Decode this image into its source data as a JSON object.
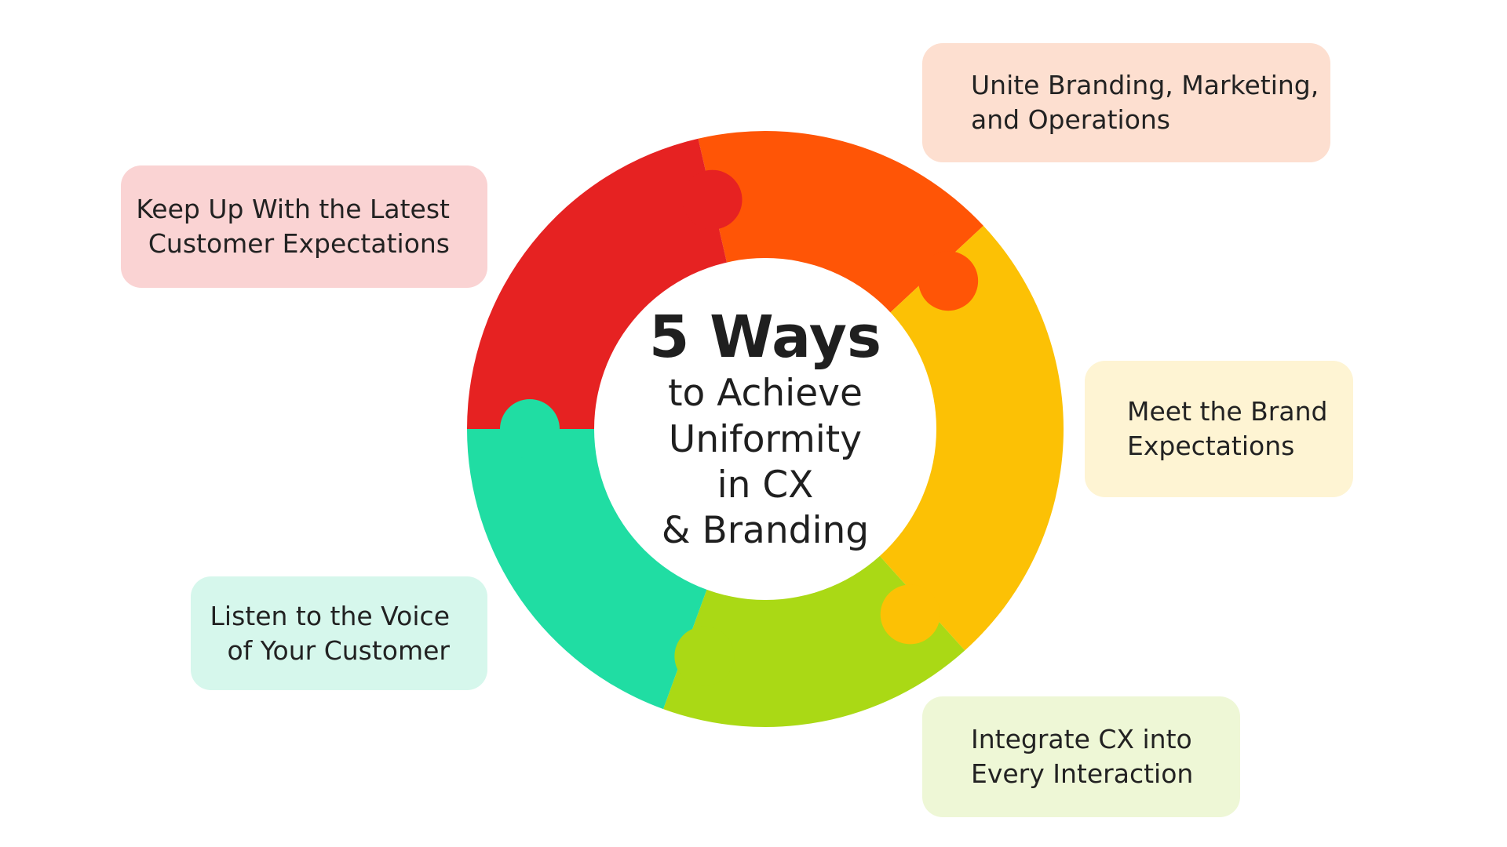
{
  "center": {
    "title": "5 Ways",
    "subtitle": "to Achieve\nUniformity\nin CX\n& Branding"
  },
  "items": [
    {
      "label": "Unite Branding, Marketing,\nand Operations",
      "segment_color": "#FF5506",
      "card_color": "#FDDFD0"
    },
    {
      "label": "Meet the Brand\nExpectations",
      "segment_color": "#FCC105",
      "card_color": "#FEF4D3"
    },
    {
      "label": "Integrate CX into\nEvery Interaction",
      "segment_color": "#AAD915",
      "card_color": "#EEF7D6"
    },
    {
      "label": "Listen to the Voice\nof Your Customer",
      "segment_color": "#20DDA3",
      "card_color": "#D6F7EC"
    },
    {
      "label": "Keep Up With the Latest\nCustomer Expectations",
      "segment_color": "#E62222",
      "card_color": "#FAD3D3"
    }
  ]
}
